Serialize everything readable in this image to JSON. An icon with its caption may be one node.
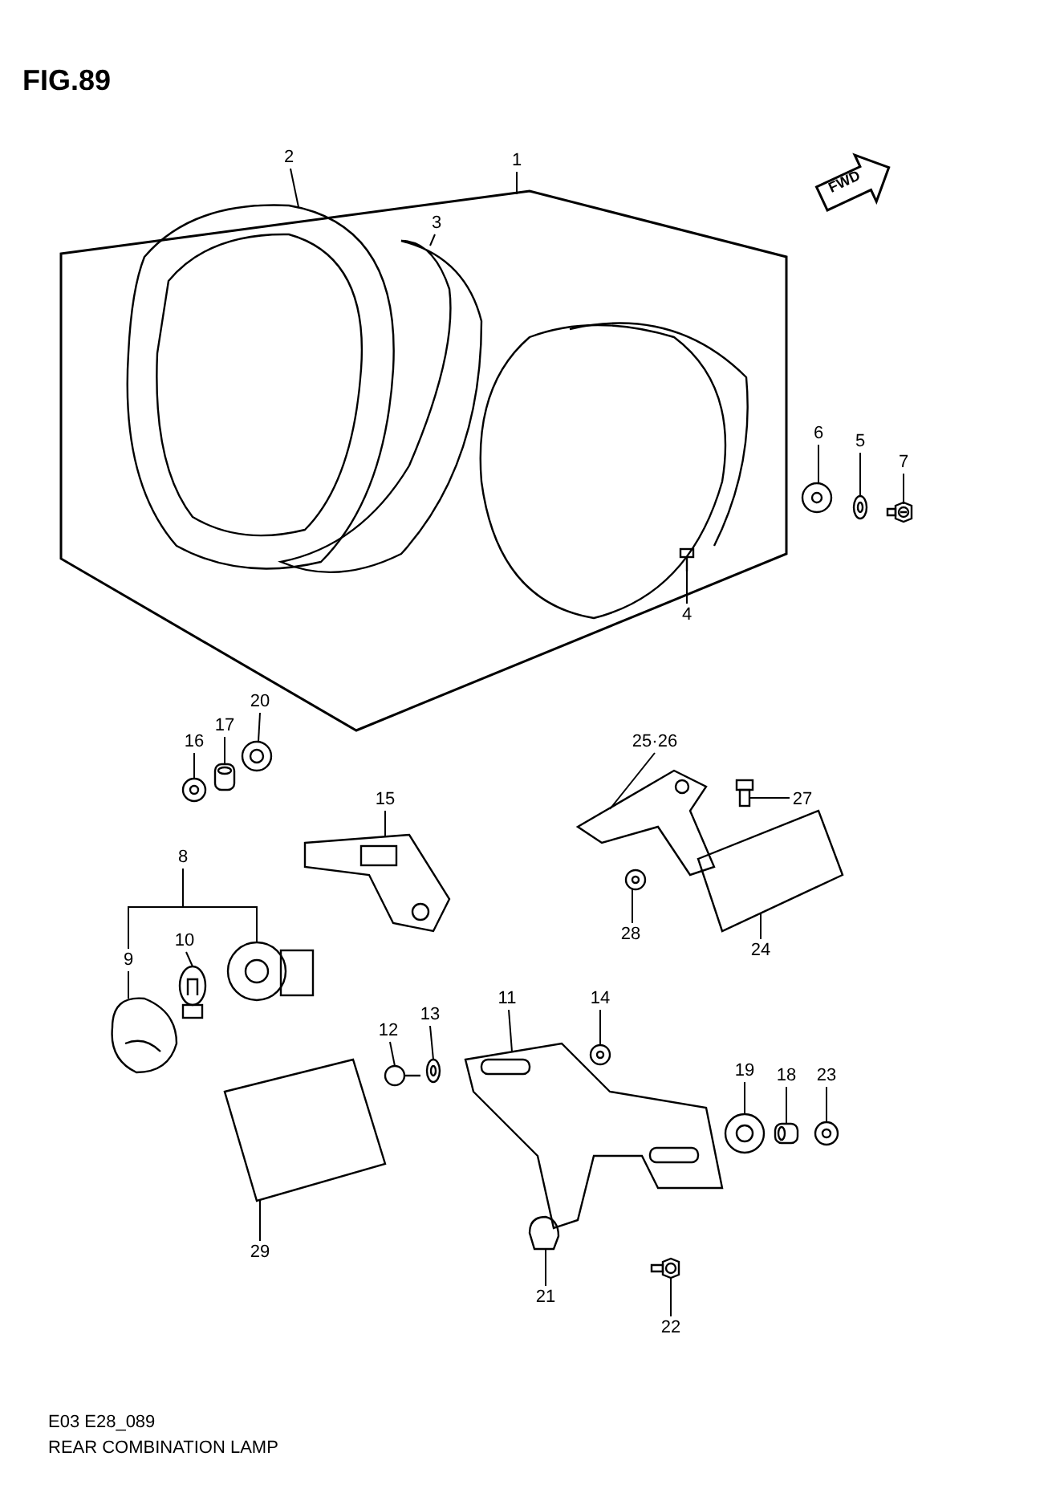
{
  "diagram": {
    "title": "FIG.89",
    "caption": "REAR COMBINATION LAMP",
    "nodes": [
      {
        "text": [
          "1"
        ]
      },
      {
        "text": [
          "2"
        ]
      },
      {
        "text": [
          "3"
        ],
        "in": 28
      },
      {
        "text": [
          "4"
        ]
      },
      {
        "text": [
          "5"
        ]
      },
      {
        "text": [
          "6"
        ]
      },
      {
        "text": [
          "7"
        ]
      },
      {
        "text": [
          "8"
        ]
      },
      {
        "text": [
          "9"
        ]
      },
      {
        "text": [
          "10"
        ]
      },
      {
        "text": [
          "11"
        ]
      },
      {
        "text": [
          "12"
        ]
      },
      {
        "text": [
          "13"
        ]
      },
      {
        "text": [
          "14"
        ]
      },
      {
        "text": [
          "15"
        ]
      },
      {
        "text": [
          "16"
        ]
      },
      {
        "text": [
          "17"
        ]
      },
      {
        "text": [
          "18"
        ]
      },
      {
        "text": [
          "19"
        ]
      },
      {
        "text": [
          "20"
        ]
      },
      {
        "text": [
          "21"
        ]
      },
      {
        "text": [
          "22"
        ]
      },
      {
        "text": [
          "23"
        ]
      },
      {
        "text": [
          "24"
        ]
      },
      {
        "text": [
          "25·26"
        ]
      },
      {
        "text": [
          "27"
        ]
      },
      {
        "text": [
          "28"
        ]
      },
      {
        "text": [
          "29"
        ]
      },
      {
        "text": [],
        "shape": "box"
      },
      {
        "text": [],
        "shape": "picture",
        "in": 28
      },
      {
        "text": [],
        "shape": "picture",
        "in": 28
      },
      {
        "text": [],
        "shape": "picture",
        "in": 28
      },
      {
        "text": [],
        "shape": "picture"
      },
      {
        "text": [],
        "shape": "picture"
      },
      {
        "text": [],
        "shape": "picture"
      },
      {
        "text": [],
        "shape": "picture"
      },
      {
        "text": [],
        "shape": "picture"
      },
      {
        "text": [],
        "shape": "picture"
      },
      {
        "text": [],
        "shape": "picture"
      },
      {
        "text": [],
        "shape": "picture"
      },
      {
        "text": [],
        "shape": "picture"
      },
      {
        "text": [],
        "shape": "picture"
      },
      {
        "text": [],
        "shape": "picture"
      },
      {
        "text": [],
        "shape": "picture"
      },
      {
        "text": [],
        "shape": "picture"
      },
      {
        "text": [],
        "shape": "picture"
      },
      {
        "text": [],
        "shape": "picture"
      },
      {
        "text": [],
        "shape": "picture"
      },
      {
        "text": [],
        "shape": "picture"
      },
      {
        "text": [],
        "shape": "picture"
      },
      {
        "text": [],
        "shape": "picture"
      },
      {
        "text": [],
        "shape": "picture"
      },
      {
        "text": [],
        "shape": "picture"
      },
      {
        "text": [],
        "shape": "picture"
      },
      {
        "text": [],
        "shape": "picture"
      },
      {
        "text": [],
        "shape": "picture"
      }
    ],
    "edges": [
      {
        "from": 0,
        "to": 28,
        "arrow": "none"
      },
      {
        "from": 1,
        "to": 29,
        "arrow": "none"
      },
      {
        "from": 2,
        "to": 30,
        "arrow": "none"
      },
      {
        "from": 3,
        "to": 31,
        "arrow": "none"
      },
      {
        "from": 4,
        "to": 32,
        "arrow": "none"
      },
      {
        "from": 5,
        "to": 33,
        "arrow": "none"
      },
      {
        "from": 6,
        "to": 34,
        "arrow": "none"
      },
      {
        "from": 7,
        "to": 35,
        "arrow": "none"
      },
      {
        "from": 7,
        "to": 8,
        "arrow": "none"
      },
      {
        "from": 8,
        "to": 36,
        "arrow": "none"
      },
      {
        "from": 9,
        "to": 37,
        "arrow": "none"
      },
      {
        "from": 10,
        "to": 38,
        "arrow": "none"
      },
      {
        "from": 11,
        "to": 39,
        "arrow": "none"
      },
      {
        "from": 12,
        "to": 40,
        "arrow": "none"
      },
      {
        "from": 13,
        "to": 41,
        "arrow": "none"
      },
      {
        "from": 14,
        "to": 42,
        "arrow": "none"
      },
      {
        "from": 15,
        "to": 43,
        "arrow": "none"
      },
      {
        "from": 16,
        "to": 44,
        "arrow": "none"
      },
      {
        "from": 17,
        "to": 45,
        "arrow": "none"
      },
      {
        "from": 18,
        "to": 46,
        "arrow": "none"
      },
      {
        "from": 19,
        "to": 47,
        "arrow": "none"
      },
      {
        "from": 20,
        "to": 48,
        "arrow": "none"
      },
      {
        "from": 21,
        "to": 49,
        "arrow": "none"
      },
      {
        "from": 22,
        "to": 50,
        "arrow": "none"
      },
      {
        "from": 23,
        "to": 51,
        "arrow": "none"
      },
      {
        "from": 24,
        "to": 52,
        "arrow": "none"
      },
      {
        "from": 25,
        "to": 53,
        "arrow": "none"
      },
      {
        "from": 26,
        "to": 54,
        "arrow": "none"
      },
      {
        "from": 27,
        "to": 55,
        "arrow": "none"
      }
    ],
    "labels": [
      "FWD",
      "E03 E28_089"
    ]
  }
}
